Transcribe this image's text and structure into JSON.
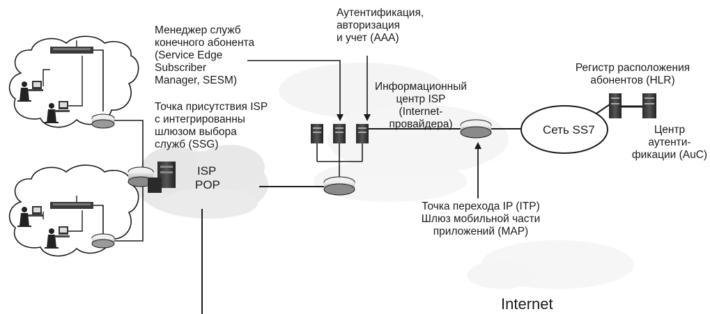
{
  "labels": {
    "aaa": "Аутентификация,\nавторизация\nи учет (AAA)",
    "sesm": "Менеджер служб\nконечного абонента\n(Service Edge\nSubscriber\nManager, SESM)",
    "isp_info_center": "Информационный\nцентр ISP\n(Internet-\nпровайдера)",
    "hlr": "Регистр расположения\nабонентов (HLR)",
    "isp_pop_ssg": "Точка присутствия ISP\nс интегрированны\nшлюзом выбора\nслужб (SSG)",
    "isp": "ISP",
    "pop": "POP",
    "ss7": "Сеть SS7",
    "auc": "Центр\nаутенти-\nфикации (AuC)",
    "itp_map": "Точка перехода IP (ITP)\nШлюз мобильной части\nприложений (MAP)",
    "internet": "Internet"
  },
  "colors": {
    "ink": "#1a1a1a",
    "cloud": "#d6d6d6",
    "device": "#3a3a3a"
  },
  "icons": [
    "cloud-icon",
    "workstation-icon",
    "router-icon",
    "switch-icon",
    "server-icon"
  ]
}
